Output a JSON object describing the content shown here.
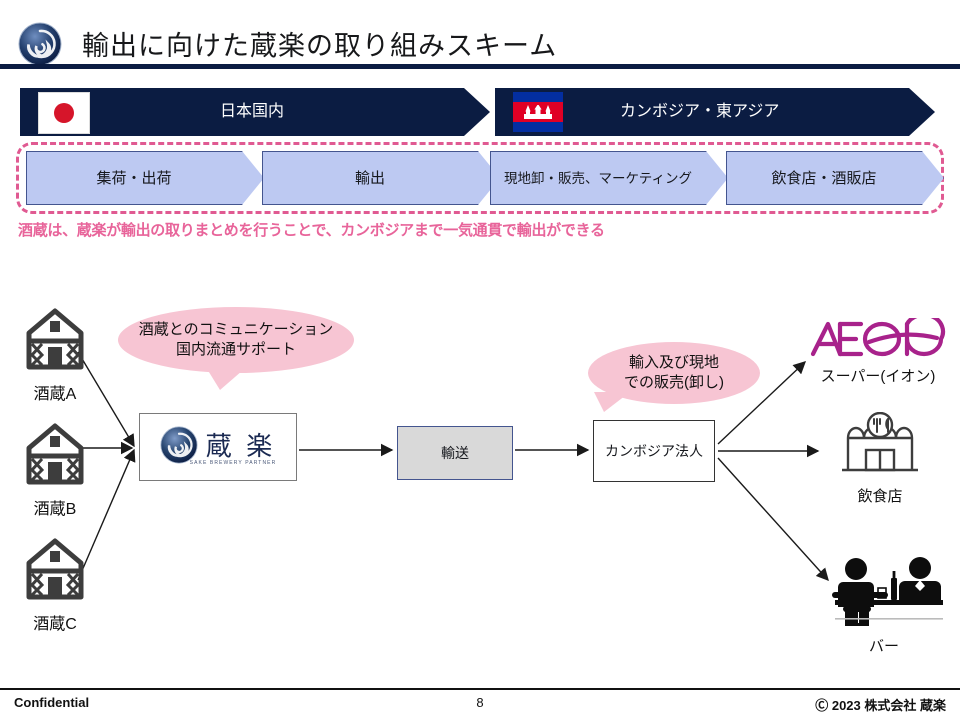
{
  "slide": {
    "title": "輸出に向けた蔵楽の取り組みスキーム",
    "logo_icon": "spiral-logo-icon"
  },
  "banners": [
    {
      "label": "日本国内",
      "flag": "japan-flag-icon"
    },
    {
      "label": "カンボジア・東アジア",
      "flag": "cambodia-flag-icon"
    }
  ],
  "process": {
    "steps": [
      {
        "label": "集荷・出荷"
      },
      {
        "label": "輸出"
      },
      {
        "label": "現地卸・販売、マーケティング"
      },
      {
        "label": "飲食店・酒販店"
      }
    ],
    "caption": "酒蔵は、蔵楽が輸出の取りまとめを行うことで、カンボジアまで一気通貫で輸出ができる",
    "caption_color": "#e8649a",
    "border_color": "#e05a92"
  },
  "diagram": {
    "breweries": [
      {
        "label": "酒蔵A",
        "icon": "brewery-house-icon"
      },
      {
        "label": "酒蔵B",
        "icon": "brewery-house-icon"
      },
      {
        "label": "酒蔵C",
        "icon": "brewery-house-icon"
      }
    ],
    "company": {
      "name": "蔵 楽",
      "subtitle": "SAKE BREWERY PARTNER",
      "icon": "spiral-logo-icon"
    },
    "transport_box": "輸送",
    "entity_box": "カンボジア法人",
    "bubbles": [
      {
        "line1": "酒蔵とのコミュニケーション",
        "line2": "国内流通サポート"
      },
      {
        "line1": "輸入及び現地",
        "line2": "での販売(卸し)"
      }
    ],
    "destinations": [
      {
        "label": "スーパー(イオン)",
        "brand": "AEON",
        "icon": "aeon-logo-icon",
        "color": "#a8228b"
      },
      {
        "label": "飲食店",
        "icon": "restaurant-storefront-icon"
      },
      {
        "label": "バー",
        "icon": "bar-counter-icon"
      }
    ]
  },
  "footer": {
    "left": "Confidential",
    "page": "8",
    "right": "Ⓒ 2023 株式会社 蔵楽"
  }
}
